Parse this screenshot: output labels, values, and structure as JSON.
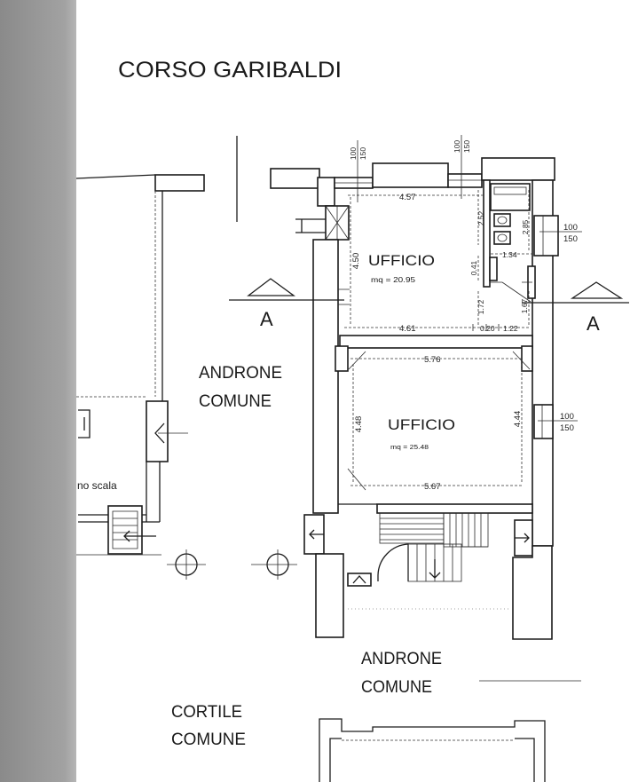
{
  "colors": {
    "ink": "#1c1c1c",
    "paper": "#ffffff"
  },
  "street": {
    "name": "CORSO GARIBALDI"
  },
  "rooms": [
    {
      "label": "UFFICIO",
      "area": "mq = 20.95"
    },
    {
      "label": "UFFICIO",
      "area": "mq = 25.48"
    }
  ],
  "common_areas": {
    "androne_west": {
      "line1": "ANDRONE",
      "line2": "COMUNE"
    },
    "androne_south": {
      "line1": "ANDRONE",
      "line2": "COMUNE"
    },
    "cortile": {
      "line1": "CORTILE",
      "line2": "COMUNE"
    }
  },
  "neighbour": {
    "stair_label": "no scala"
  },
  "section": {
    "left_marker": "A",
    "right_marker": "A"
  },
  "dimensions": {
    "office1_top_width": "4.57",
    "office1_bottom_width": "4.61",
    "office1_depth": "4.50",
    "bath_left_depth": "2.52",
    "bath_right_depth": "2.85",
    "bath_width": "1.34",
    "bath_sill": "0.41",
    "bath_lower_left": "1.72",
    "bath_lower_right": "1.67",
    "bath_wall": "0.20",
    "bath_bottom_width": "1.22",
    "office2_top_width": "5.76",
    "office2_bottom_width": "5.67",
    "office2_left_depth": "4.48",
    "office2_right_depth": "4.44"
  },
  "windows": [
    {
      "width": "100",
      "height": "150"
    },
    {
      "width": "100",
      "height": "150"
    },
    {
      "width": "100",
      "height": "150"
    },
    {
      "width": "100",
      "height": "150"
    }
  ]
}
